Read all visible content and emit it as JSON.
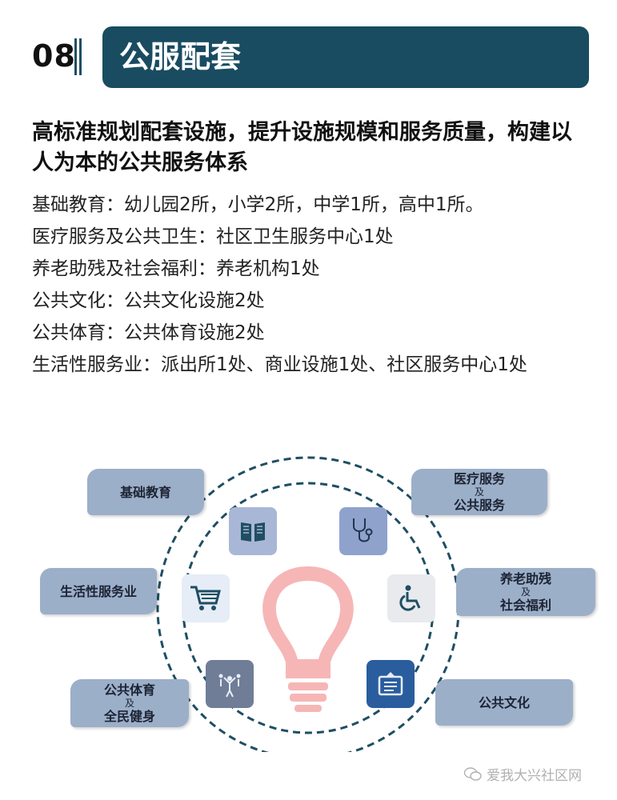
{
  "header": {
    "number": "08",
    "title": "公服配套"
  },
  "lead": "高标准规划配套设施，提升设施规模和服务质量，构建以人为本的公共服务体系",
  "items": [
    "基础教育：幼儿园2所，小学2所，中学1所，高中1所。",
    "医疗服务及公共卫生：社区卫生服务中心1处",
    "养老助残及社会福利：养老机构1处",
    "公共文化：公共文化设施2处",
    "公共体育：公共体育设施2处",
    "生活性服务业：派出所1处、商业设施1处、社区服务中心1处"
  ],
  "diagram": {
    "labels": {
      "education": "基础教育",
      "medical_line1": "医疗服务",
      "medical_and": "及",
      "medical_line2": "公共服务",
      "services": "生活性服务业",
      "elderly_line1": "养老助残",
      "elderly_and": "及",
      "elderly_line2": "社会福利",
      "sports_line1": "公共体育",
      "sports_and": "及",
      "sports_line2": "全民健身",
      "culture": "公共文化"
    },
    "icons": {
      "education": "book-icon",
      "medical": "stethoscope-icon",
      "services": "shopping-cart-icon",
      "elderly": "wheelchair-icon",
      "sports": "fitness-people-icon",
      "culture": "notice-board-icon",
      "center": "lightbulb-icon"
    },
    "colors": {
      "pill": "#9cafc9",
      "dashed_ring": "#1f4e63",
      "bulb": "#f6b6b6",
      "header": "#194c61"
    }
  },
  "watermark": "爱我大兴社区网"
}
